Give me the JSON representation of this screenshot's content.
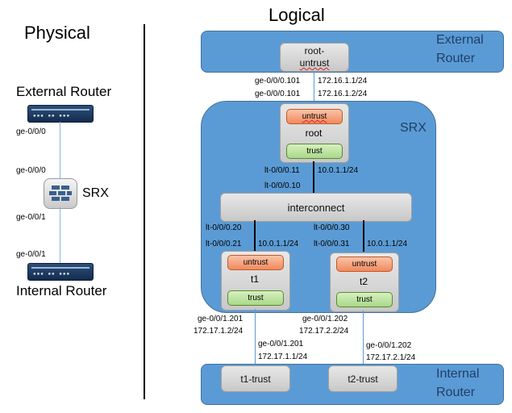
{
  "titles": {
    "physical": "Physical",
    "logical": "Logical"
  },
  "physical": {
    "external_router": "External Router",
    "srx": "SRX",
    "internal_router": "Internal Router",
    "ports": [
      "ge-0/0/0",
      "ge-0/0/0",
      "ge-0/0/1",
      "ge-0/0/1"
    ]
  },
  "logical": {
    "external_router_label_1": "External",
    "external_router_label_2": "Router",
    "root_untrust_1": "root-",
    "root_untrust_2": "untrust",
    "ext_if_a": "ge-0/0/0.101",
    "ext_ip_a": "172.16.1.1/24",
    "ext_if_b": "ge-0/0/0.101",
    "ext_ip_b": "172.16.1.2/24",
    "srx_label": "SRX",
    "root": {
      "untrust": "untrust",
      "name": "root",
      "trust": "trust"
    },
    "lt_root_a": "lt-0/0/0.11",
    "lt_root_ip": "10.0.1.1/24",
    "lt_root_b": "lt-0/0/0.10",
    "interconnect": "interconnect",
    "lt_t1_a": "lt-0/0/0.20",
    "lt_t1_b": "lt-0/0/0.21",
    "lt_t1_ip": "10.0.1.1/24",
    "lt_t2_a": "lt-0/0/0.30",
    "lt_t2_b": "lt-0/0/0.31",
    "lt_t2_ip": "10.0.1.1/24",
    "t1": {
      "untrust": "untrust",
      "name": "t1",
      "trust": "trust"
    },
    "t2": {
      "untrust": "untrust",
      "name": "t2",
      "trust": "trust"
    },
    "t1_if_a": "ge-0/0/1.201",
    "t1_ip_a": "172.17.1.2/24",
    "t1_if_b": "ge-0/0/1.201",
    "t1_ip_b": "172.17.1.1/24",
    "t2_if_a": "ge-0/0/1.202",
    "t2_ip_a": "172.17.2.2/24",
    "t2_if_b": "ge-0/0/1.202",
    "t2_ip_b": "172.17.2.1/24",
    "t1_trust_box": "t1-trust",
    "t2_trust_box": "t2-trust",
    "internal_router_label_1": "Internal",
    "internal_router_label_2": "Router"
  },
  "colors": {
    "blue_fill": "#5b9bd5",
    "untrust_fill": "#f08a5d",
    "trust_fill": "#a9d98a",
    "gray_fill": "#d0d0d0"
  },
  "icons": [
    "router-icon",
    "firewall-icon"
  ]
}
